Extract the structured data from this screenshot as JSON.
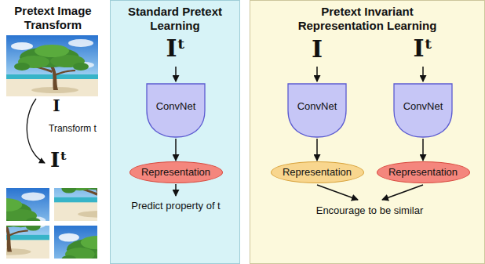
{
  "diagram": {
    "nodes": [
      {
        "text": [
          "Standard Pretext Learning"
        ]
      },
      {
        "text": [
          "ConvNet"
        ],
        "in": 0
      },
      {
        "text": [
          "Representation"
        ],
        "in": 0
      },
      {
        "text": [
          "Pretext Invariant Representation Learning"
        ]
      },
      {
        "text": [
          "ConvNet"
        ],
        "in": 3
      },
      {
        "text": [
          "ConvNet"
        ],
        "in": 3
      },
      {
        "text": [
          "Representation"
        ],
        "in": 3
      },
      {
        "text": [
          "Representation"
        ],
        "in": 3
      }
    ],
    "edges": [
      {
        "from": 1,
        "to": 2,
        "arrow": "to"
      },
      {
        "from": 4,
        "to": 6,
        "arrow": "to"
      },
      {
        "from": 5,
        "to": 7,
        "arrow": "to"
      }
    ],
    "labels": [
      "Pretext Image Transform",
      "I",
      "Transform t",
      "Iᵗ",
      "Iᵗ",
      "Predict property of t",
      "I",
      "Iᵗ",
      "Encourage to be similar"
    ]
  }
}
